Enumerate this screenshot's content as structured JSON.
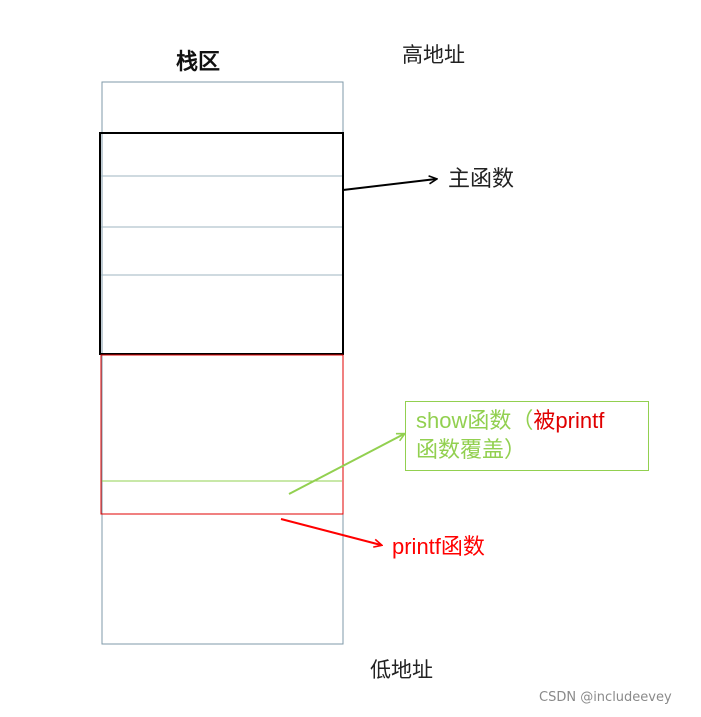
{
  "diagram": {
    "stack_title": "栈区",
    "high_address": "高地址",
    "low_address": "低地址",
    "main_function": "主函数",
    "show_box": {
      "show_word": "show",
      "line1_rest": "函数（",
      "covered_by": "被",
      "printf_word": "printf",
      "line2": "函数覆盖）"
    },
    "printf_label": {
      "printf_word": "printf",
      "suffix": "函数"
    }
  },
  "watermark": "CSDN @includeevey",
  "colors": {
    "stack_outline": "#7f9aa8",
    "main_frame": "#000000",
    "printf_frame": "#e00000",
    "show_accent": "#92d050",
    "printf_accent": "#ff0000"
  }
}
